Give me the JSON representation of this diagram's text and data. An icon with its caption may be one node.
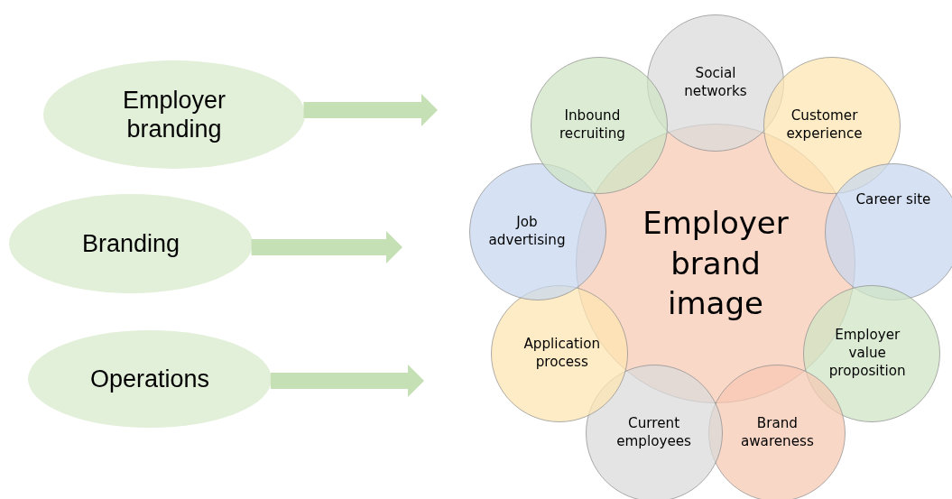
{
  "diagram": {
    "nodes": [
      {
        "text": [
          "Employer branding"
        ]
      },
      {
        "text": [
          "Branding"
        ]
      },
      {
        "text": [
          "Operations"
        ]
      },
      {
        "text": [
          "Employer brand image"
        ]
      },
      {
        "text": [
          "Social networks"
        ]
      },
      {
        "text": [
          "Customer experience"
        ]
      },
      {
        "text": [
          "Career site"
        ]
      },
      {
        "text": [
          "Employer value proposition"
        ]
      },
      {
        "text": [
          "Brand awareness"
        ]
      },
      {
        "text": [
          "Current employees"
        ]
      },
      {
        "text": [
          "Application process"
        ]
      },
      {
        "text": [
          "Job advertising"
        ]
      },
      {
        "text": [
          "Inbound recruiting"
        ]
      }
    ],
    "edges": [
      {
        "from": 0,
        "to": null,
        "arrow": "to"
      },
      {
        "from": 1,
        "to": null,
        "arrow": "to"
      },
      {
        "from": 2,
        "to": null,
        "arrow": "to"
      }
    ]
  }
}
